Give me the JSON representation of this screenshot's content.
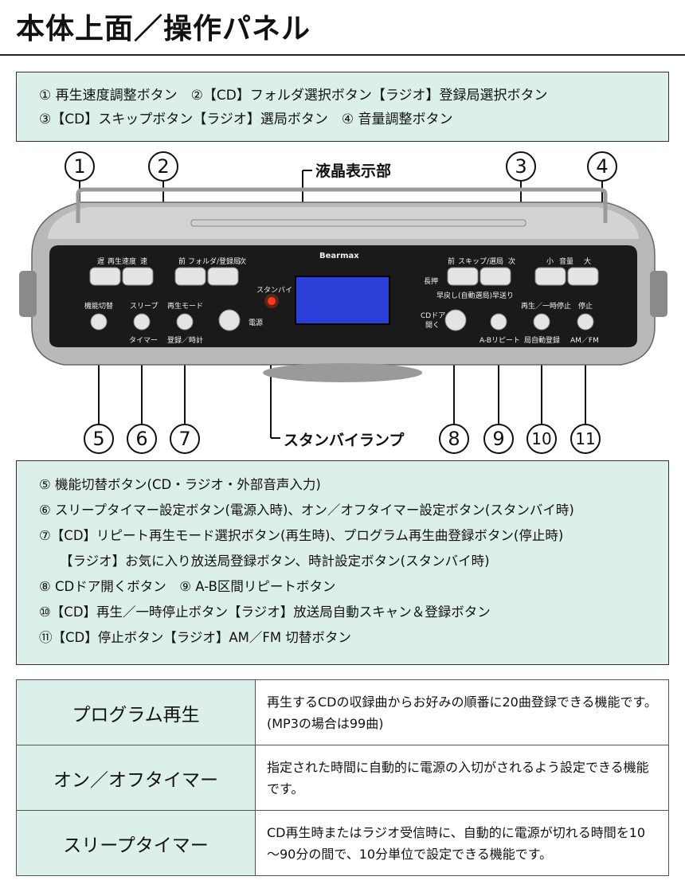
{
  "header": {
    "title": "本体上面／操作パネル"
  },
  "legend_top": {
    "line1": "① 再生速度調整ボタン　②【CD】フォルダ選択ボタン【ラジオ】登録局選択ボタン",
    "line2": "③【CD】スキップボタン【ラジオ】選局ボタン　④ 音量調整ボタン"
  },
  "device": {
    "callouts": [
      "1",
      "2",
      "3",
      "4",
      "5",
      "6",
      "7",
      "8",
      "9",
      "10",
      "11"
    ],
    "labels": {
      "display": "液晶表示部",
      "standby_lamp": "スタンバイランプ"
    },
    "brand": "Bearmax",
    "panel": {
      "speed": "再生速度",
      "folder": "フォルダ/登録局",
      "skip": "スキップ/選局",
      "volume": "音量",
      "volume_small": "小",
      "volume_large": "大",
      "speed_slow": "遅",
      "speed_fast": "速",
      "prev": "前",
      "next": "次",
      "standby": "スタンバイ",
      "power": "電源",
      "long_press": "長押",
      "seek": "早戻し(自動選局)早送り",
      "function": "機能切替",
      "sleep": "スリープ",
      "timer": "タイマー",
      "play_mode": "再生モード",
      "register_clock": "登録／時計",
      "door_line1": "CDドア",
      "door_line2": "開く",
      "ab_repeat": "A-Bリピート",
      "play_pause": "再生／一時停止",
      "auto_register": "局自動登録",
      "stop": "停止",
      "amfm": "AM／FM"
    }
  },
  "legend_bottom": [
    "⑤ 機能切替ボタン(CD・ラジオ・外部音声入力)",
    "⑥ スリープタイマー設定ボタン(電源入時)、オン／オフタイマー設定ボタン(スタンバイ時)",
    "⑦【CD】リピート再生モード選択ボタン(再生時)、プログラム再生曲登録ボタン(停止時)",
    "【ラジオ】お気に入り放送局登録ボタン、時計設定ボタン(スタンバイ時)",
    "⑧ CDドア開くボタン　⑨ A-B区間リピートボタン",
    "⑩【CD】再生／一時停止ボタン【ラジオ】放送局自動スキャン＆登録ボタン",
    "⑪【CD】停止ボタン【ラジオ】AM／FM 切替ボタン"
  ],
  "features": [
    {
      "name": "プログラム再生",
      "desc": "再生するCDの収録曲からお好みの順番に20曲登録できる機能です。(MP3の場合は99曲)"
    },
    {
      "name": "オン／オフタイマー",
      "desc": "指定された時間に自動的に電源の入切がされるよう設定できる機能です。"
    },
    {
      "name": "スリープタイマー",
      "desc": "CD再生時またはラジオ受信時に、自動的に電源が切れる時間を10～90分の間で、10分単位で設定できる機能です。"
    }
  ],
  "colors": {
    "box_bg": "#dcefeb",
    "lcd": "#2b3fd6",
    "panel": "#1a1a1a",
    "lamp": "#ff3a1a"
  }
}
